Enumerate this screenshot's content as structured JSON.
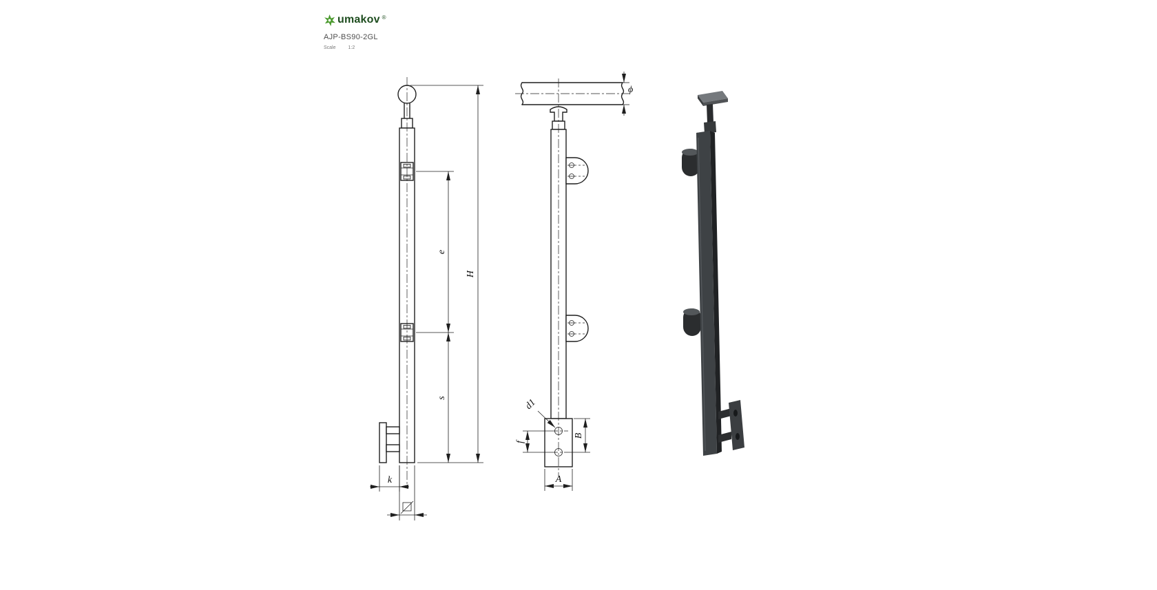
{
  "header": {
    "brand": "umakov",
    "registered": "®",
    "product_code": "AJP-BS90-2GL",
    "scale_label": "Scale",
    "scale_value": "1:2"
  },
  "colors": {
    "logo_green": "#4c9b2f",
    "brand_text": "#1e4d1f",
    "line": "#1f1f1f",
    "render_dark": "#202224",
    "render_mid": "#3e4245",
    "render_light": "#75797d"
  },
  "dimensions": {
    "front": {
      "e": "e",
      "H": "H",
      "s": "s",
      "k": "k"
    },
    "side": {
      "phi": "ϕ",
      "d1": "d1",
      "f": "f",
      "B": "B",
      "A": "A"
    }
  }
}
